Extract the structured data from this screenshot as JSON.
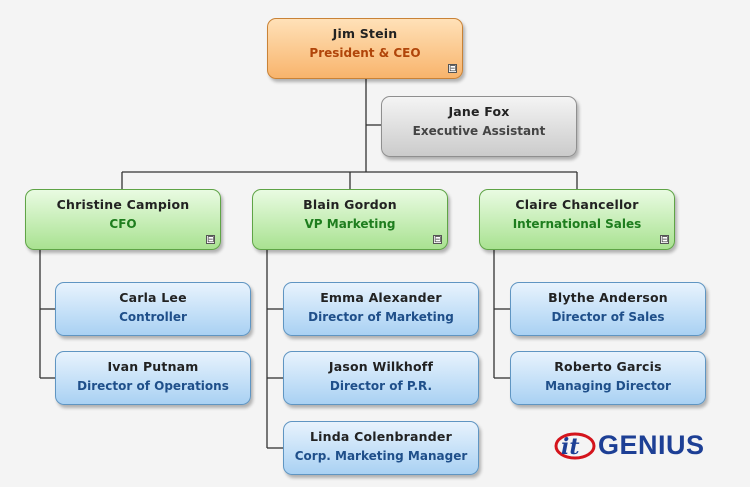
{
  "org": {
    "ceo": {
      "name": "Jim Stein",
      "title": "President & CEO"
    },
    "assistant": {
      "name": "Jane Fox",
      "title": "Executive Assistant"
    },
    "managers": [
      {
        "name": "Christine Campion",
        "title": "CFO",
        "reports": [
          {
            "name": "Carla Lee",
            "title": "Controller"
          },
          {
            "name": "Ivan Putnam",
            "title": "Director of Operations"
          }
        ]
      },
      {
        "name": "Blain Gordon",
        "title": "VP Marketing",
        "reports": [
          {
            "name": "Emma Alexander",
            "title": "Director of Marketing"
          },
          {
            "name": "Jason Wilkhoff",
            "title": "Director of P.R."
          },
          {
            "name": "Linda Colenbrander",
            "title": "Corp. Marketing Manager"
          }
        ]
      },
      {
        "name": "Claire Chancellor",
        "title": "International Sales",
        "reports": [
          {
            "name": "Blythe Anderson",
            "title": "Director of Sales"
          },
          {
            "name": "Roberto Garcis",
            "title": "Managing Director"
          }
        ]
      }
    ]
  },
  "collapse_symbol": "⊟",
  "logo": {
    "text": "GENIUS",
    "badge": "it"
  },
  "colors": {
    "ceo_fill": "#f8b46c",
    "assistant_fill": "#cbcbcb",
    "manager_fill": "#a9e291",
    "report_fill": "#a9d1f3",
    "connector": "#333333",
    "logo_blue": "#1d3f95",
    "logo_red": "#d4141c"
  }
}
